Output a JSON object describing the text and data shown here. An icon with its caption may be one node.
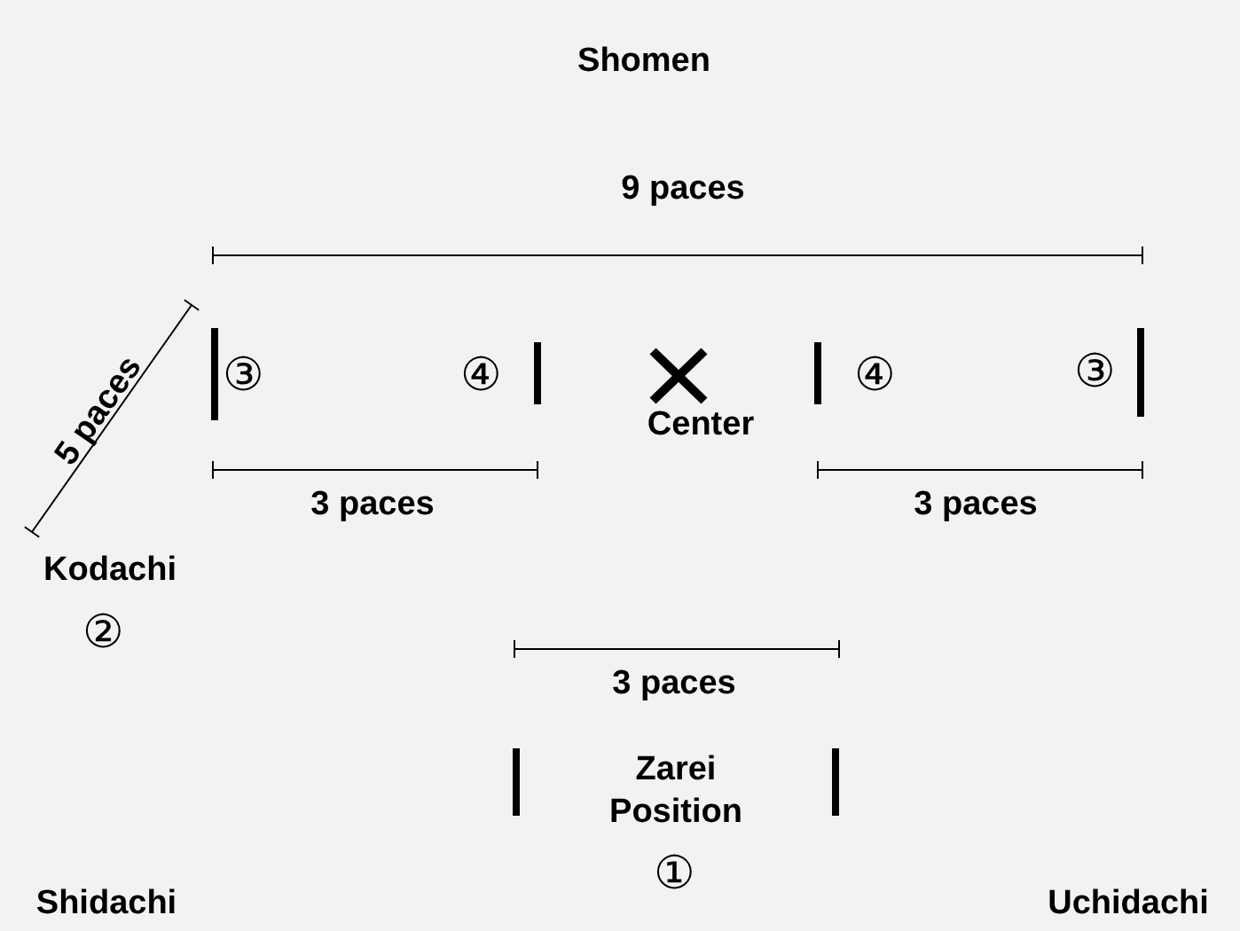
{
  "diagram": {
    "labels": [
      "Shomen",
      "9 paces",
      "5 paces",
      "③",
      "④",
      "Center",
      "④",
      "③",
      "3 paces",
      "3 paces",
      "Kodachi",
      "②",
      "3 paces",
      "Zarei Position",
      "①",
      "Shidachi",
      "Uchidachi"
    ]
  }
}
